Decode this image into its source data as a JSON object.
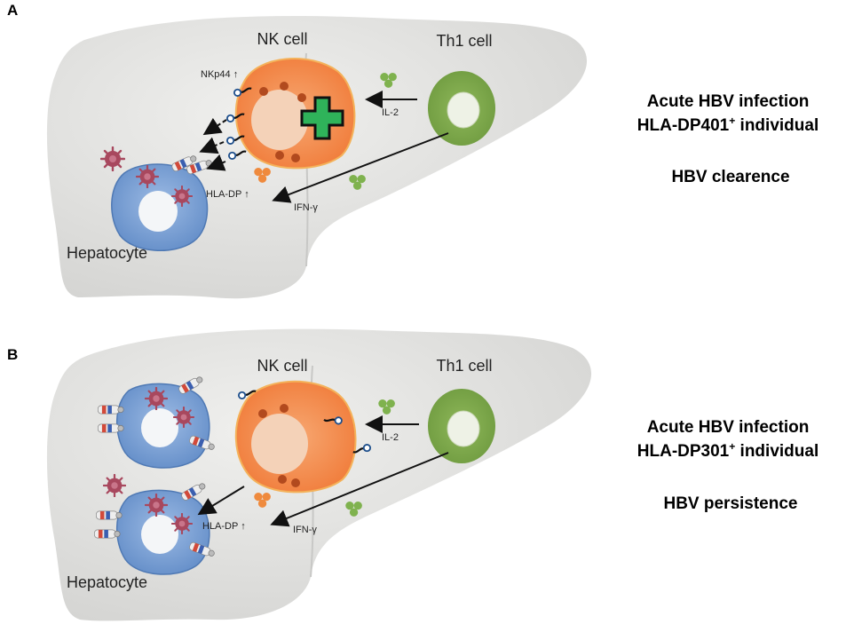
{
  "panels": [
    {
      "id": "A",
      "label": "A",
      "nk_cell": "NK cell",
      "th1_cell": "Th1 cell",
      "hepatocyte": "Hepatocyte",
      "nkp44": "NKp44 ↑",
      "il2": "IL-2",
      "hla_dp": "HLA-DP ↑",
      "ifn": "IFN-γ",
      "line1": "Acute HBV infection",
      "line2_pre": "HLA-DP401",
      "line2_sup": "+",
      "line2_post": " individual",
      "outcome": "HBV clearence"
    },
    {
      "id": "B",
      "label": "B",
      "nk_cell": "NK cell",
      "th1_cell": "Th1 cell",
      "hepatocyte": "Hepatocyte",
      "il2": "IL-2",
      "hla_dp": "HLA-DP ↑",
      "ifn": "IFN-γ",
      "line1": "Acute HBV infection",
      "line2_pre": "HLA-DP301",
      "line2_sup": "+",
      "line2_post": " individual",
      "outcome": "HBV persistence"
    }
  ],
  "colors": {
    "liver": "#e6e6e4",
    "nk": "#f68b4a",
    "th1": "#7ea84c",
    "hepatocyte": "#6b97cf",
    "virus": "#a8485e",
    "plus": "#2fb35a"
  }
}
